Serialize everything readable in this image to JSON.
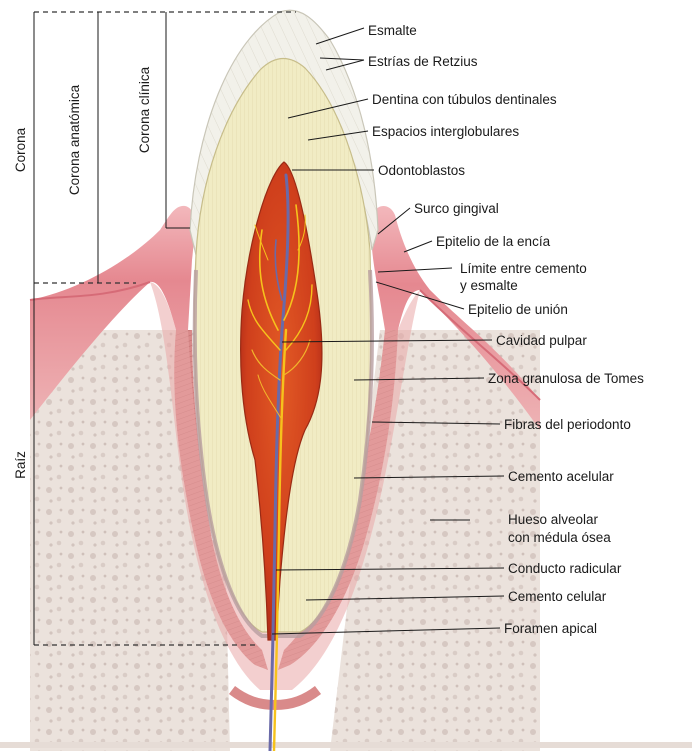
{
  "diagram": {
    "side_labels": {
      "corona": "Corona",
      "corona_anatomica": "Corona anatómica",
      "corona_clinica": "Corona clínica",
      "raiz": "Raíz"
    },
    "labels": {
      "esmalte": "Esmalte",
      "estrias": "Estrías de Retzius",
      "dentina": "Dentina con túbulos dentinales",
      "espacios": "Espacios interglobulares",
      "odontoblastos": "Odontoblastos",
      "surco": "Surco gingival",
      "epitelio_encia": "Epitelio de la encía",
      "limite_1": "Límite entre cemento",
      "limite_2": "y esmalte",
      "epitelio_union": "Epitelio de unión",
      "cavidad": "Cavidad pulpar",
      "zona_tomes": "Zona granulosa de Tomes",
      "fibras": "Fibras del periodonto",
      "cemento_acelular": "Cemento acelular",
      "hueso_1": "Hueso alveolar",
      "hueso_2": "con médula ósea",
      "conducto": "Conducto radicular",
      "cemento_celular": "Cemento celular",
      "foramen": "Foramen apical"
    },
    "colors": {
      "enamel": "#f1f0e8",
      "dentin": "#f0ebc2",
      "pulp": "#d84a1e",
      "gum": "#e5858c",
      "bone": "#ece2dd",
      "nerve_yellow": "#f6c21c",
      "vessel_blue": "#6a6aa8"
    }
  }
}
